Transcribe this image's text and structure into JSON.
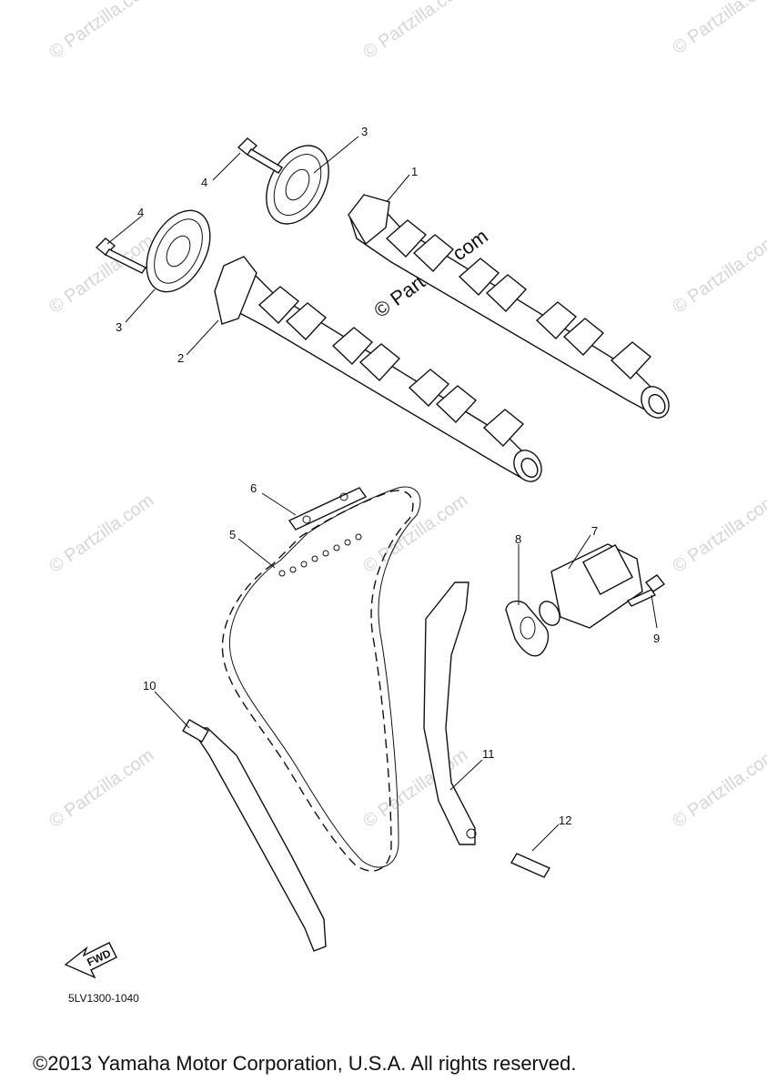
{
  "watermark": {
    "text": "© Partzilla.com",
    "main_text": "© Partzilla.com"
  },
  "callouts": [
    "1",
    "2",
    "3",
    "3",
    "4",
    "4",
    "5",
    "6",
    "7",
    "8",
    "9",
    "10",
    "11",
    "12"
  ],
  "fwd_label": "FWD",
  "diagram_code": "5LV1300-1040",
  "copyright": "©2013 Yamaha Motor Corporation, U.S.A. All rights reserved."
}
